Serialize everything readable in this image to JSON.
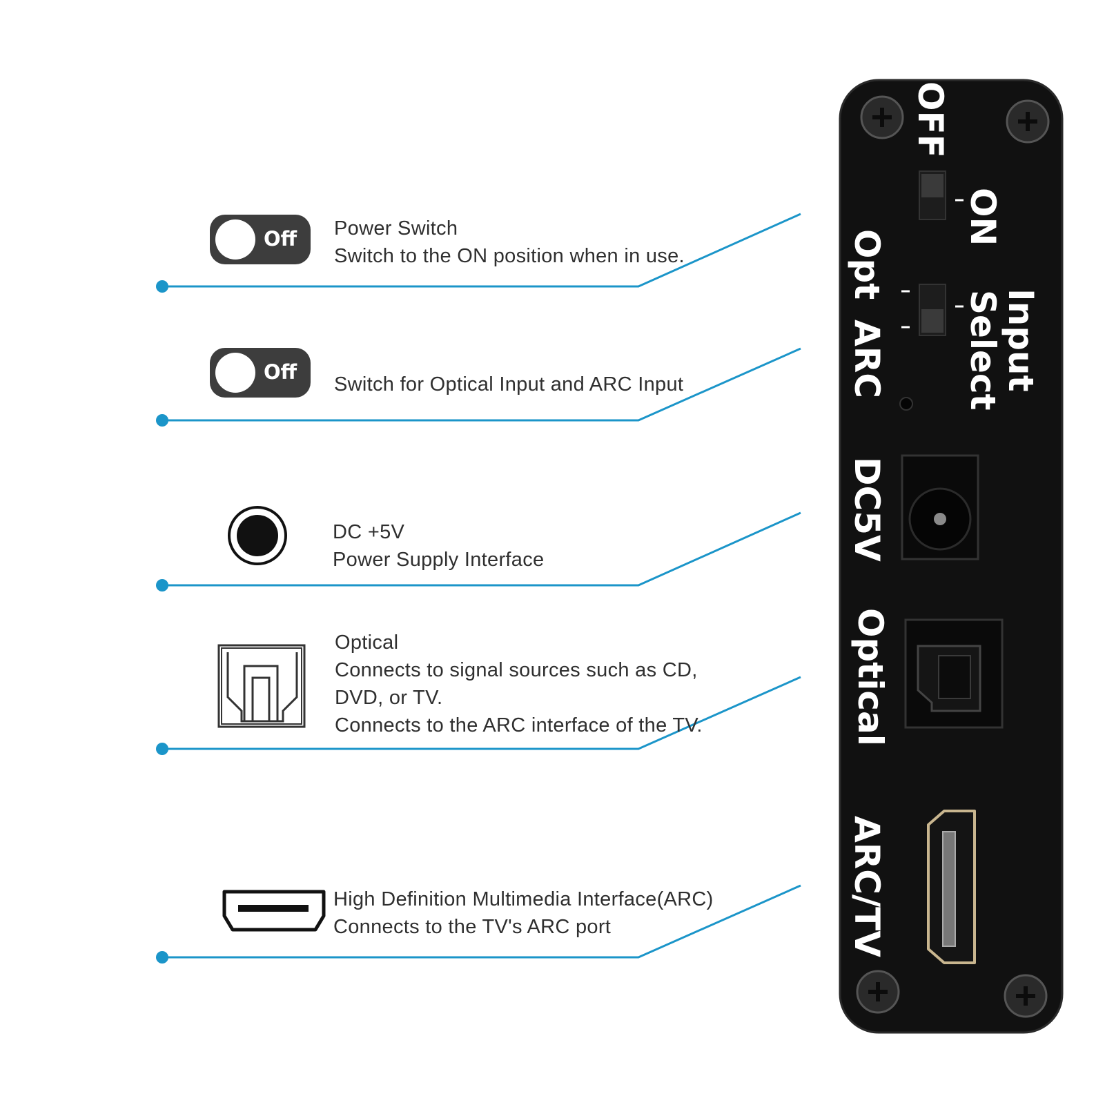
{
  "callouts": [
    {
      "icon": "toggle-off",
      "lines": [
        "Power Switch",
        "Switch to the ON position when in use."
      ]
    },
    {
      "icon": "toggle-off",
      "lines": [
        "Switch for Optical Input and ARC Input"
      ]
    },
    {
      "icon": "dc-jack",
      "lines": [
        "DC +5V",
        "Power Supply Interface"
      ]
    },
    {
      "icon": "optical-port",
      "lines": [
        "Optical",
        "Connects to signal sources such as CD,",
        "DVD, or TV.",
        "Connects to the ARC interface of the TV."
      ]
    },
    {
      "icon": "hdmi-port",
      "lines": [
        "High Definition Multimedia Interface(ARC)",
        "Connects to the TV's ARC port"
      ]
    }
  ],
  "toggle_label": "Off",
  "device_labels": {
    "off": "OFF",
    "on": "ON",
    "input": "Input",
    "select": "Select",
    "opt": "Opt",
    "arc": "ARC",
    "dc5v": "DC5V",
    "optical": "Optical",
    "arc_tv": "ARC/TV"
  },
  "colors": {
    "leader_line": "#1b95c9",
    "panel": "#111111",
    "text": "#2f2f2f",
    "toggle": "#3d3d3d"
  }
}
